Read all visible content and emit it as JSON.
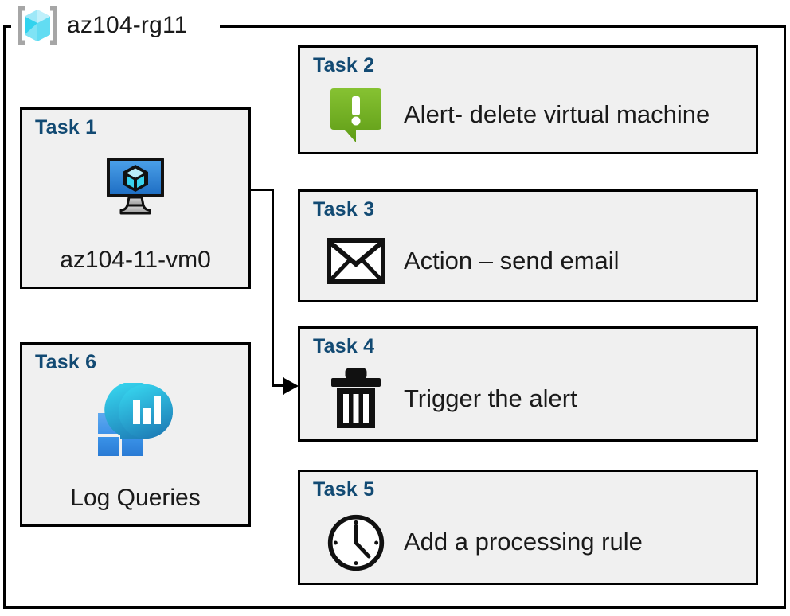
{
  "resource_group": {
    "icon": "azure-resource-group-icon",
    "name": "az104-rg11"
  },
  "colors": {
    "task_label": "#124a73",
    "card_background": "#f0f0f0",
    "card_border": "#000000",
    "alert_green": "#76bc21",
    "vm_blue": "#3b8fe0",
    "log_analytics_cyan": "#32cdea",
    "log_analytics_blue": "#3390e8"
  },
  "cards": [
    {
      "label": "Task 1",
      "caption": "az104-11-vm0",
      "icon": "virtual-machine-icon",
      "column": "left"
    },
    {
      "label": "Task 2",
      "caption": "Alert- delete virtual machine",
      "icon": "alert-bubble-icon",
      "column": "right"
    },
    {
      "label": "Task 3",
      "caption": "Action – send email",
      "icon": "envelope-icon",
      "column": "right"
    },
    {
      "label": "Task 4",
      "caption": "Trigger the alert",
      "icon": "trash-icon",
      "column": "right"
    },
    {
      "label": "Task 5",
      "caption": "Add a processing rule",
      "icon": "clock-icon",
      "column": "right"
    },
    {
      "label": "Task 6",
      "caption": "Log Queries",
      "icon": "log-analytics-icon",
      "column": "left"
    }
  ],
  "connector": {
    "from": "Task 1",
    "to": "Task 4",
    "arrow": "arrow-right"
  }
}
